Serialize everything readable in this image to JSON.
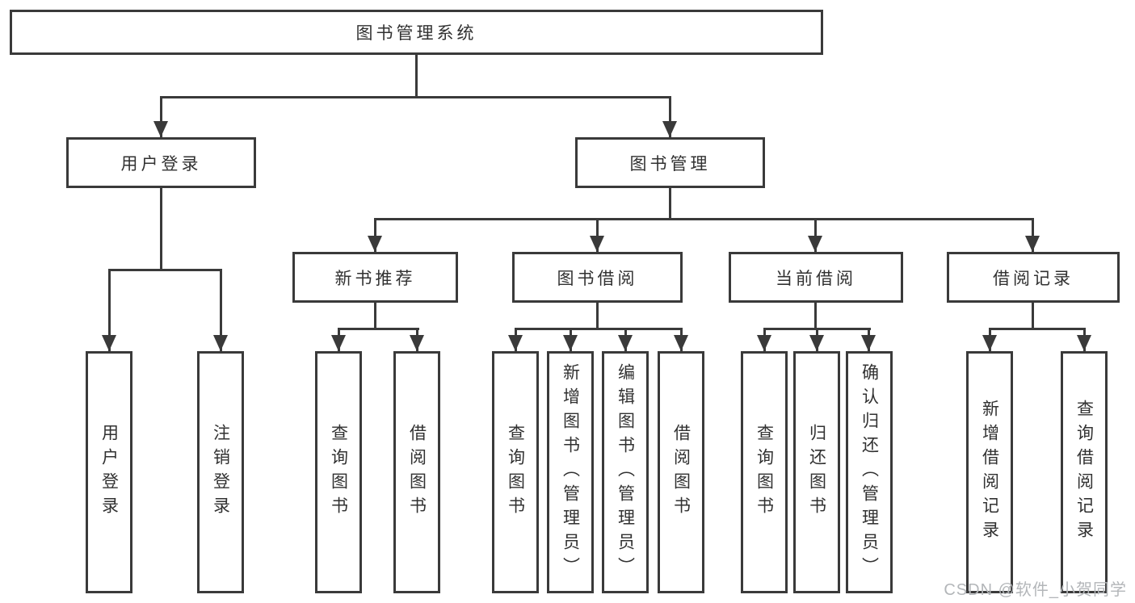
{
  "diagram": {
    "root": {
      "label": "图书管理系统"
    },
    "branches": [
      {
        "label": "用户登录",
        "children": [
          {
            "label": "用户登录"
          },
          {
            "label": "注销登录"
          }
        ]
      },
      {
        "label": "图书管理",
        "children": [
          {
            "label": "新书推荐",
            "children": [
              {
                "label": "查询图书"
              },
              {
                "label": "借阅图书"
              }
            ]
          },
          {
            "label": "图书借阅",
            "children": [
              {
                "label": "查询图书"
              },
              {
                "label": "新增图书（管理员）"
              },
              {
                "label": "编辑图书（管理员）"
              },
              {
                "label": "借阅图书"
              }
            ]
          },
          {
            "label": "当前借阅",
            "children": [
              {
                "label": "查询图书"
              },
              {
                "label": "归还图书"
              },
              {
                "label": "确认归还（管理员）"
              }
            ]
          },
          {
            "label": "借阅记录",
            "children": [
              {
                "label": "新增借阅记录"
              },
              {
                "label": "查询借阅记录"
              }
            ]
          }
        ]
      }
    ]
  },
  "watermark": {
    "text": "CSDN @软件_小贺同学"
  },
  "colors": {
    "line": "#3a3a3a",
    "text": "#313131",
    "watermark": "#b3b6b9",
    "background": "#ffffff"
  }
}
